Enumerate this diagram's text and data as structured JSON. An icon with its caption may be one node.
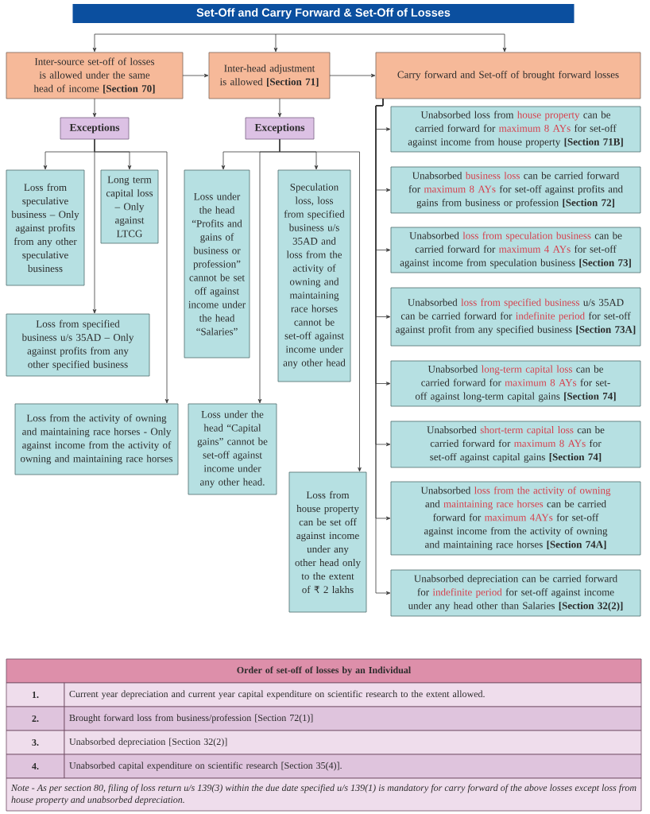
{
  "diagram": {
    "title": "Set-Off and Carry Forward & Set-Off of Losses",
    "nodes": [
      {
        "text": [
          "Inter-source set-off of losses is allowed under the same head of income **[Section 70]**"
        ]
      },
      {
        "text": [
          "Inter-head adjustment is allowed **[Section 71]**"
        ]
      },
      {
        "text": [
          "Carry forward and Set-off of brought forward losses"
        ]
      },
      {
        "text": [
          "Exceptions"
        ]
      },
      {
        "text": [
          "Exceptions"
        ]
      },
      {
        "text": [
          "Loss from speculative business – Only against profits from any other speculative business"
        ]
      },
      {
        "text": [
          "Long term capital loss – Only against LTCG"
        ]
      },
      {
        "text": [
          "Loss from specified business u/s 35AD – Only against profits from any other specified business"
        ]
      },
      {
        "text": [
          "Loss from the activity of owning and maintaining race horses - Only against income from the activity of owning and maintaining race horses"
        ]
      },
      {
        "text": [
          "Loss under the head “Profits and gains of business or profession” cannot be set off against income under the head “Salaries”"
        ]
      },
      {
        "text": [
          "Speculation loss, loss from specified business u/s 35AD and loss from the activity of owning and maintaining race horses cannot be set-off against income under any other head"
        ]
      },
      {
        "text": [
          "Loss under the head “Capital gains” cannot be set-off against income under any other head."
        ]
      },
      {
        "text": [
          "Loss from house property can be set off against income under any other head only to the extent of ₹ 2 lakhs"
        ]
      },
      {
        "text": [
          "Unabsorbed loss from house property can be carried forward for maximum 8 AYs for set-off against income from house property **[Section 71B]**"
        ]
      },
      {
        "text": [
          "Unabsorbed business loss can be carried forward for maximum 8 AYs for set-off against profits and gains from business or profession **[Section 72]**"
        ]
      },
      {
        "text": [
          "Unabsorbed loss from speculation business can be carried forward for maximum 4 AYs for set-off against income from speculation business **[Section 73]**"
        ]
      },
      {
        "text": [
          "Unabsorbed loss from specified business u/s 35AD can be carried forward for indefinite period for set-off against profit from any specified business **[Section 73A]**"
        ]
      },
      {
        "text": [
          "Unabsorbed long-term capital loss can be carried forward for maximum 8 AYs for set-off against long-term capital gains **[Section 74]**"
        ]
      },
      {
        "text": [
          "Unabsorbed short-term capital loss can be carried forward for maximum 8 AYs for set-off against capital gains **[Section 74]**"
        ]
      },
      {
        "text": [
          "Unabsorbed loss from the activity of owning and maintaining race horses can be carried forward for maximum 4AYs for set-off against income from the activity of owning and maintaining race horses **[Section 74A]**"
        ]
      },
      {
        "text": [
          "Unabsorbed depreciation can be carried forward for indefinite period for set-off against income under any head other than Salaries **[Section 32(2)]**"
        ]
      }
    ],
    "edges": [
      {
        "from": null,
        "to": 0,
        "arrow": "to"
      },
      {
        "from": null,
        "to": 1,
        "arrow": "to"
      },
      {
        "from": null,
        "to": 2,
        "arrow": "to"
      },
      {
        "from": 0,
        "to": 1,
        "arrow": "to"
      },
      {
        "from": 1,
        "to": 2,
        "arrow": "to"
      },
      {
        "from": 0,
        "to": 3,
        "arrow": "to"
      },
      {
        "from": 1,
        "to": 4,
        "arrow": "to"
      },
      {
        "from": 3,
        "to": 5,
        "arrow": "to"
      },
      {
        "from": 3,
        "to": 6,
        "arrow": "to"
      },
      {
        "from": 3,
        "to": 7,
        "arrow": "to"
      },
      {
        "from": 3,
        "to": 8,
        "arrow": "to"
      },
      {
        "from": 4,
        "to": 9,
        "arrow": "to"
      },
      {
        "from": 4,
        "to": 10,
        "arrow": "to"
      },
      {
        "from": 4,
        "to": 11,
        "arrow": "to"
      },
      {
        "from": 4,
        "to": 12,
        "arrow": "to"
      },
      {
        "from": 2,
        "to": 13,
        "arrow": "to"
      },
      {
        "from": 2,
        "to": 14,
        "arrow": "to"
      },
      {
        "from": 2,
        "to": 15,
        "arrow": "to"
      },
      {
        "from": 2,
        "to": 16,
        "arrow": "to"
      },
      {
        "from": 2,
        "to": 17,
        "arrow": "to"
      },
      {
        "from": 2,
        "to": 18,
        "arrow": "to"
      },
      {
        "from": 2,
        "to": 19,
        "arrow": "to"
      },
      {
        "from": 2,
        "to": 20,
        "arrow": "to"
      }
    ],
    "labels": [
      "Order of set-off of losses by an Individual",
      "1.",
      "Current year depreciation and current year capital expenditure on scientific research to the extent allowed.",
      "2.",
      "Brought forward loss from business/profession [Section 72(1)]",
      "3.",
      "Unabsorbed depreciation [Section 32(2)]",
      "4.",
      "Unabsorbed capital expenditure on scientific research [Section 35(4)].",
      "Note - As per section 80, filing of loss return u/s 139(3) within the due date specified u/s 139(1) is mandatory for carry forward of the above losses except loss from house property and unabsorbed depreciation."
    ]
  }
}
